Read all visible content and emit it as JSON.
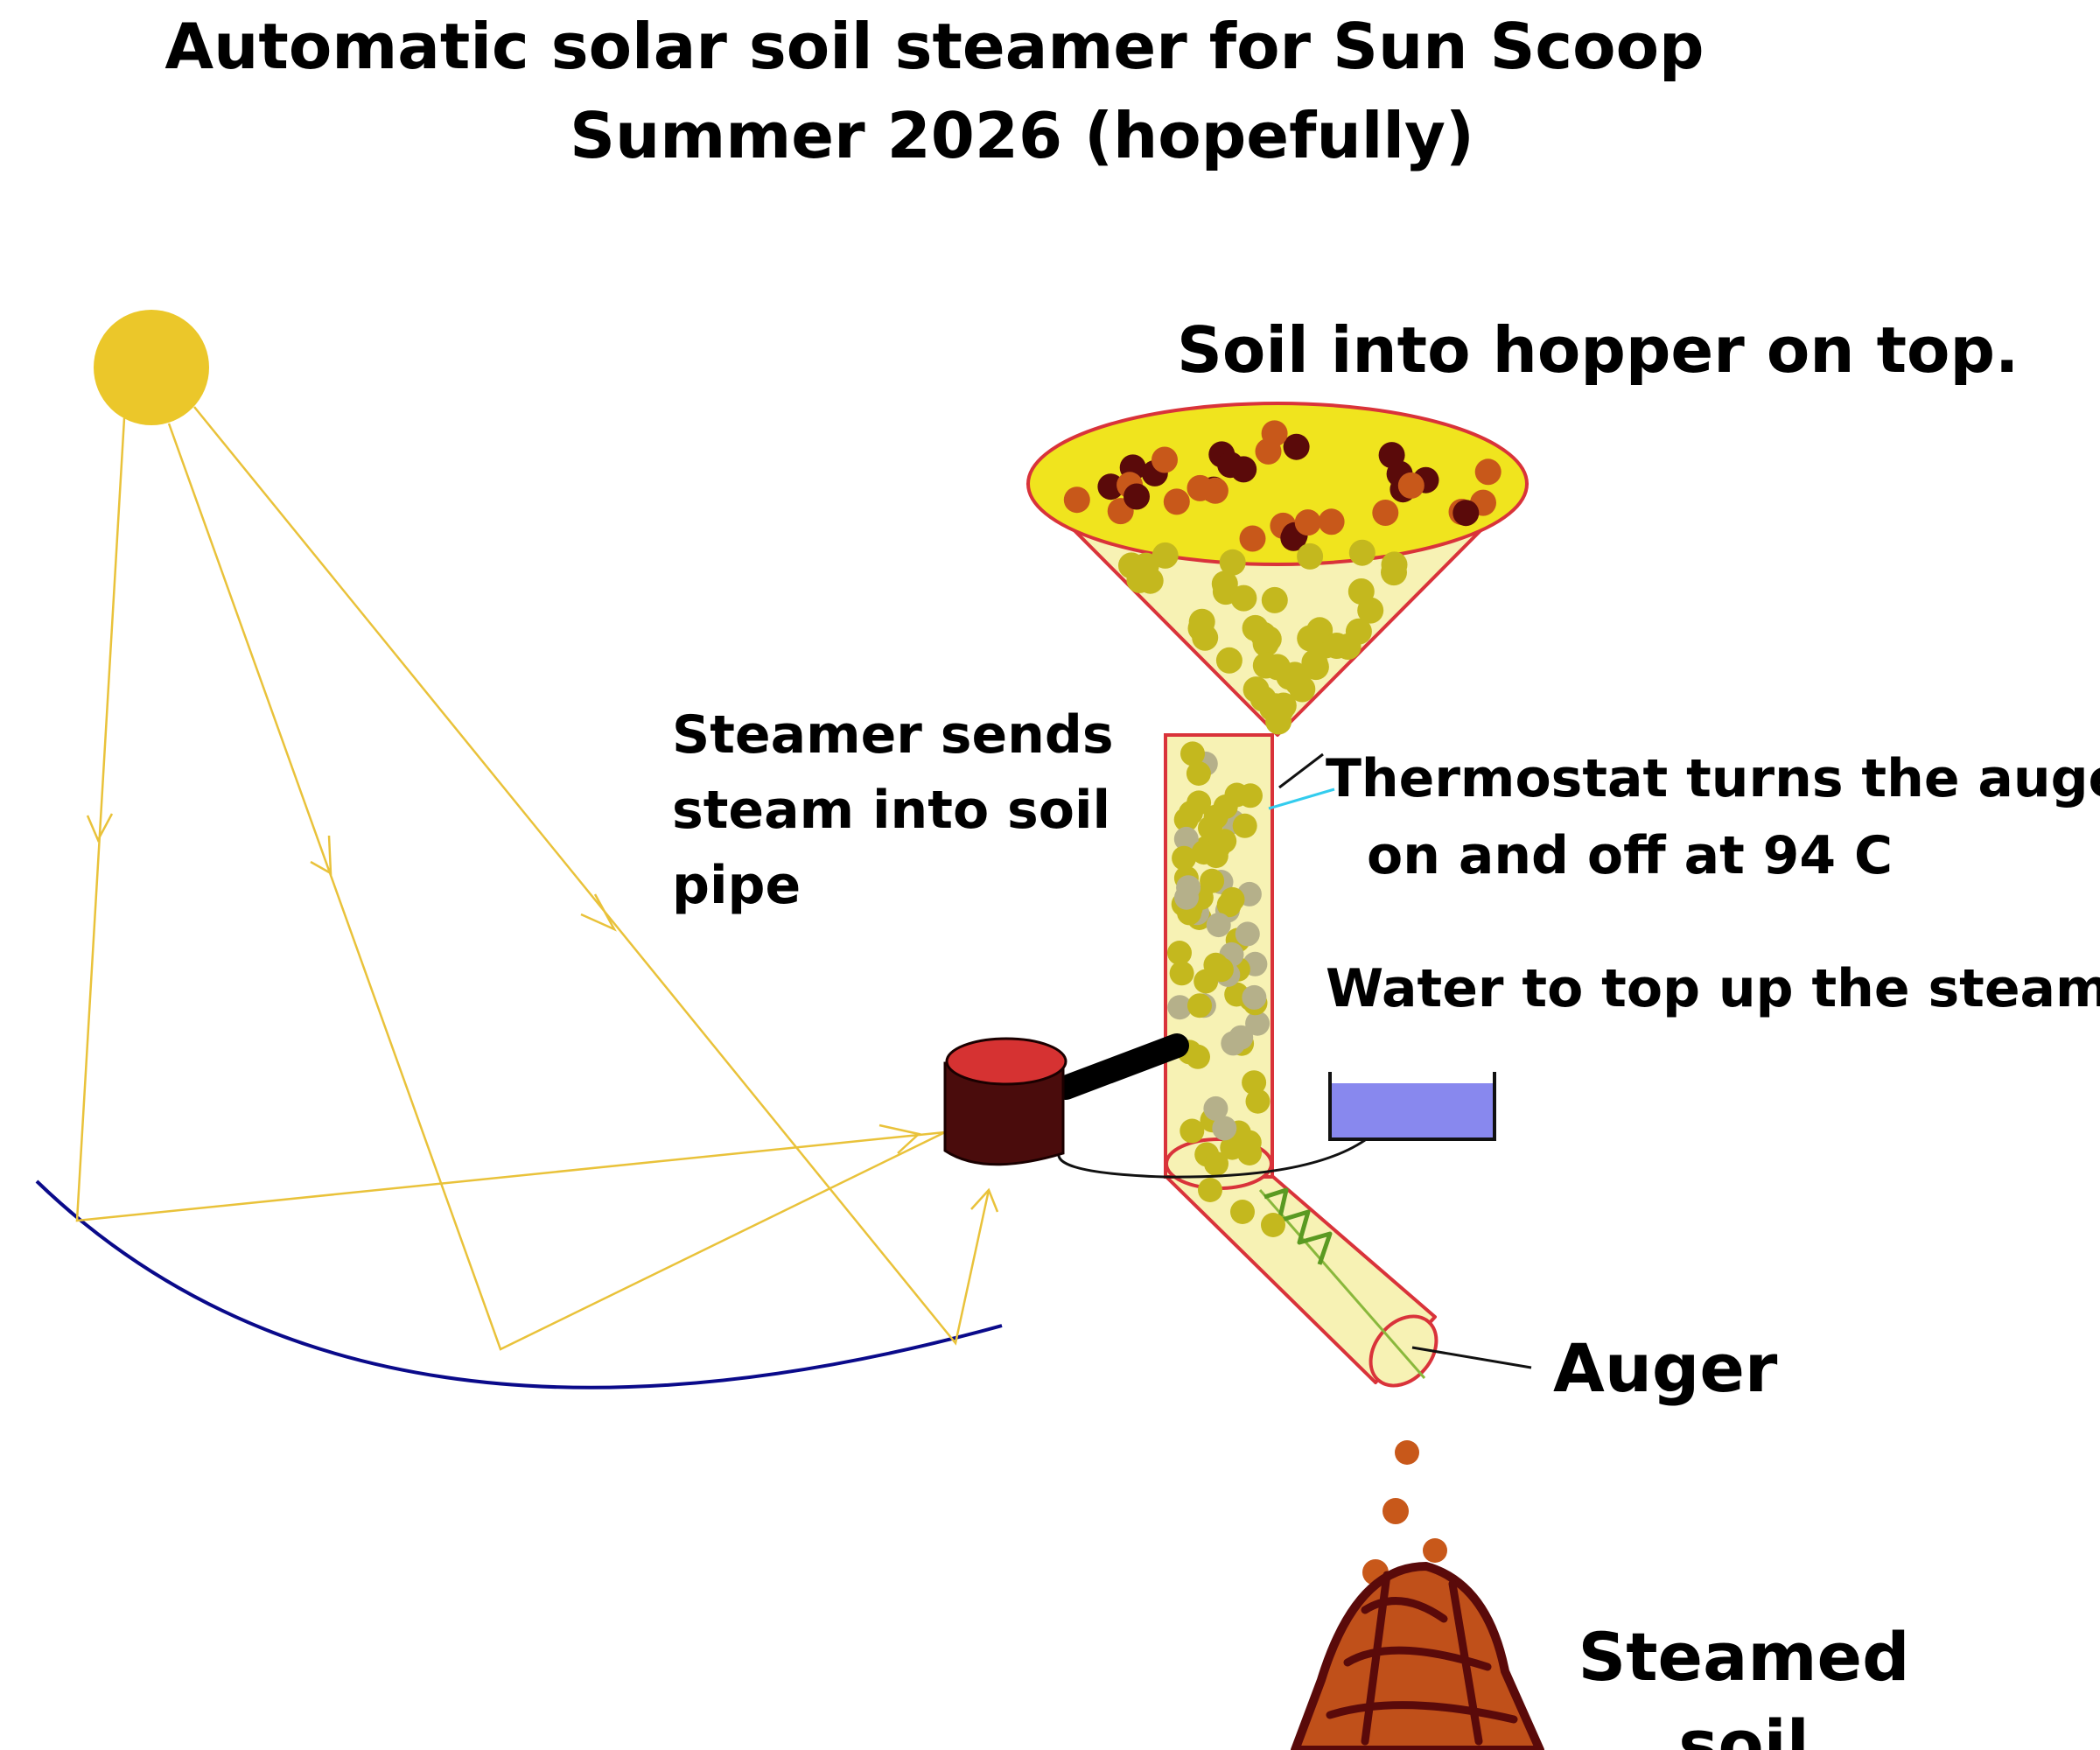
{
  "title": {
    "line1": "Automatic solar  soil steamer for Sun Scoop",
    "line2": "Summer 2026 (hopefully)"
  },
  "labels": {
    "hopper": "Soil into hopper on top.",
    "steamer": [
      "Steamer sends",
      "steam into soil",
      "pipe"
    ],
    "thermostat": [
      "Thermostat turns the auger",
      "on and off at 94 C"
    ],
    "water": "Water to top up the steam",
    "auger": "Auger",
    "steamed": [
      "Steamed",
      "soil"
    ]
  },
  "colors": {
    "sun": "#ebc72a",
    "sun_ray": "#e9c23a",
    "reflector": "#0a0a8a",
    "hopper_fill": "#f7f2b4",
    "hopper_top": "#f0e41e",
    "outline_red": "#d9333a",
    "soil_green": "#c4b81e",
    "soil_dark": "#5a0a0a",
    "soil_orange": "#c8581a",
    "steamer_body": "#4a0c0c",
    "steamer_top": "#d63232",
    "water": "#8888ee",
    "cyan_link": "#33ccee",
    "steamed_soil": "#c0501a"
  }
}
